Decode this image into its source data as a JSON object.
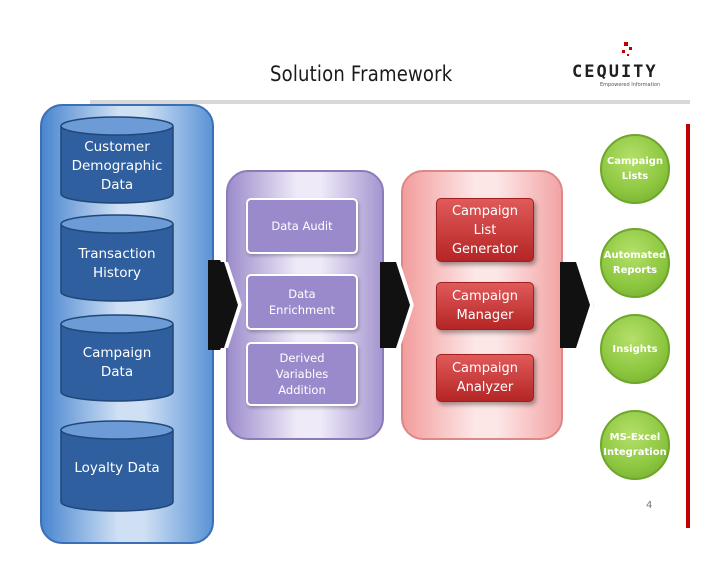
{
  "slide": {
    "title": "Solution Framework",
    "page_number": "4"
  },
  "logo": {
    "text": "CEQUITY",
    "tagline": "Empowered Information"
  },
  "colors": {
    "rule_gray": "#d8d8d8",
    "accent_red": "#c00000",
    "panel_blue": "#4a86d0",
    "panel_purple": "#9d8ccc",
    "panel_red": "#f29d9d",
    "box_purple": "#9b8acb",
    "box_red": "#c83a3a",
    "circle_green": "#8cc63f"
  },
  "data_sources": [
    {
      "label_lines": [
        "Customer",
        "Demographic",
        "Data"
      ]
    },
    {
      "label_lines": [
        "Transaction",
        "History"
      ]
    },
    {
      "label_lines": [
        "Campaign",
        "Data"
      ]
    },
    {
      "label_lines": [
        "Loyalty Data"
      ]
    }
  ],
  "processing": [
    {
      "label_lines": [
        "Data Audit"
      ]
    },
    {
      "label_lines": [
        "Data",
        "Enrichment"
      ]
    },
    {
      "label_lines": [
        "Derived",
        "Variables",
        "Addition"
      ]
    }
  ],
  "campaign_modules": [
    {
      "label_lines": [
        "Campaign",
        "List",
        "Generator"
      ]
    },
    {
      "label_lines": [
        "Campaign",
        "Manager"
      ]
    },
    {
      "label_lines": [
        "Campaign",
        "Analyzer"
      ]
    }
  ],
  "outputs": [
    {
      "label_lines": [
        "Campaign",
        "Lists"
      ]
    },
    {
      "label_lines": [
        "Automated",
        "Reports"
      ]
    },
    {
      "label_lines": [
        "Insights"
      ]
    },
    {
      "label_lines": [
        "MS-Excel",
        "Integration"
      ]
    }
  ]
}
